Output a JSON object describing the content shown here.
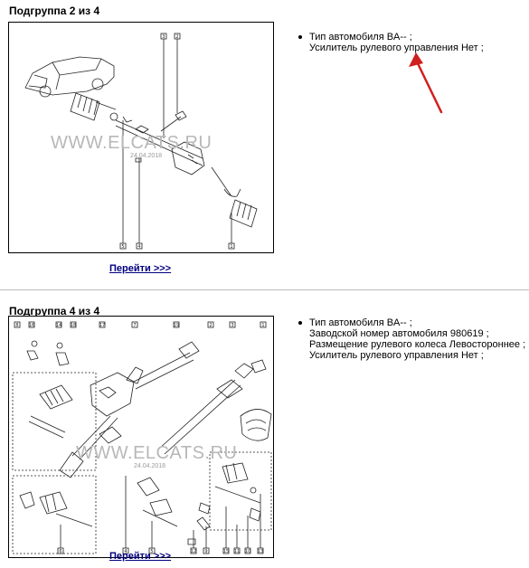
{
  "watermark": "WWW.ELCATS.RU",
  "arrow_color": "#d01f1f",
  "link_color": "#000080",
  "groups": [
    {
      "title": "Подгруппа 2 из 4",
      "link_label": "Перейти >>>",
      "date_stamp": "24.04.2018",
      "callouts": [
        "3",
        "2",
        "5",
        "4",
        "1"
      ],
      "properties": [
        "Тип автомобиля BA-- ;",
        "Усилитель рулевого управления Нет ;"
      ]
    },
    {
      "title": "Подгруппа 4 из 4",
      "link_label": "Перейти >>>",
      "date_stamp": "24.04.2018",
      "callouts": [
        "8",
        "16",
        "14",
        "18",
        "17",
        "7",
        "19",
        "2",
        "3",
        "1",
        "6",
        "4",
        "5",
        "12",
        "9",
        "15",
        "11",
        "10",
        "13"
      ],
      "properties": [
        "Тип автомобиля BA-- ;",
        "Заводской номер автомобиля 980619 ;",
        "Размещение рулевого колеса Левостороннее ;",
        "Усилитель рулевого управления Нет ;"
      ]
    }
  ]
}
